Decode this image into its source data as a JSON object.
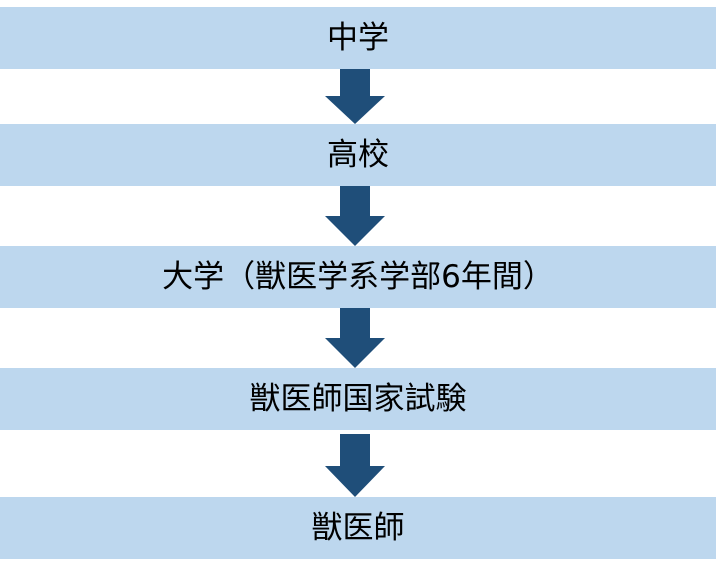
{
  "flow": {
    "steps": [
      {
        "label": "中学"
      },
      {
        "label": "高校"
      },
      {
        "label": "大学（獣医学系学部6年間）"
      },
      {
        "label": "獣医師国家試験"
      },
      {
        "label": "獣医師"
      }
    ]
  },
  "colors": {
    "box_fill": "#bdd7ee",
    "arrow_fill": "#1f4e79",
    "text": "#000000"
  },
  "icons": {
    "connector": "down-arrow-icon"
  }
}
